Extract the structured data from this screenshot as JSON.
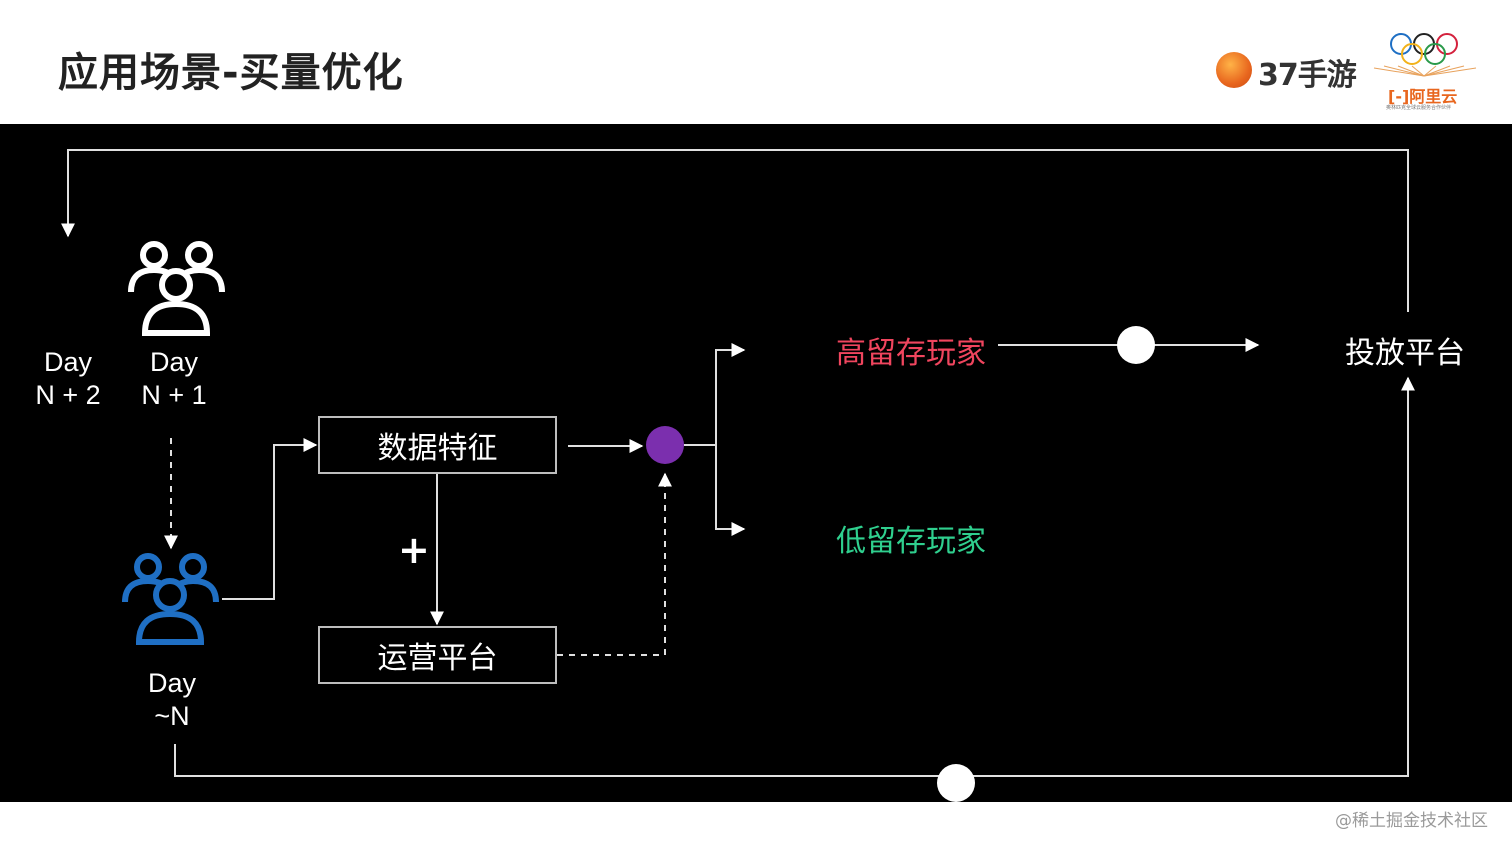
{
  "slide": {
    "title": "应用场景-买量优化",
    "logo_text": "37手游",
    "sponsor_text": "阿里云",
    "sponsor_subtext": "奥林匹克全球云服务合作伙伴",
    "watermark": "@稀土掘金技术社区"
  },
  "diagram": {
    "users_top": {
      "icon": "users-group-icon",
      "color": "#ffffff"
    },
    "users_bottom": {
      "icon": "users-group-icon",
      "color": "#1f6fc4"
    },
    "day_n2": [
      "Day",
      "N + 2"
    ],
    "day_n1": [
      "Day",
      "N + 1"
    ],
    "day_n": [
      "Day",
      "~N"
    ],
    "box_data": "数据特征",
    "box_ops": "运营平台",
    "plus": "+",
    "high_retention": {
      "label": "高留存玩家",
      "color": "#f0455e"
    },
    "low_retention": {
      "label": "低留存玩家",
      "color": "#2fcf8e"
    },
    "ad_platform": "投放平台",
    "join_node_color": "#7b2fae"
  }
}
